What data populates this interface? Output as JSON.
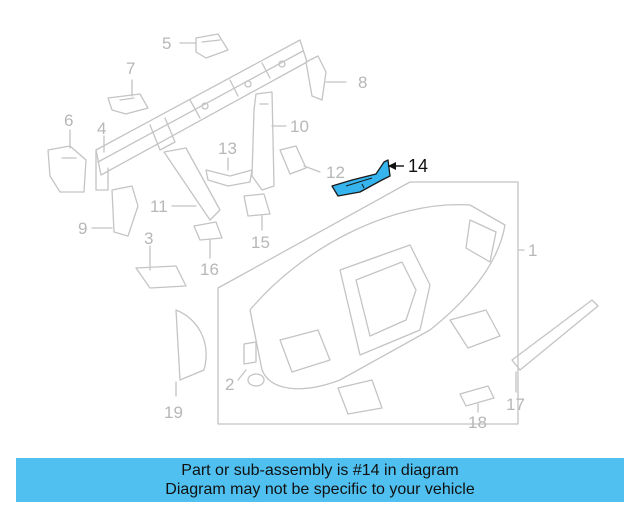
{
  "diagram": {
    "callouts": [
      "1",
      "2",
      "3",
      "4",
      "5",
      "6",
      "7",
      "8",
      "9",
      "10",
      "11",
      "12",
      "13",
      "14",
      "15",
      "16",
      "17",
      "18",
      "19"
    ],
    "highlighted_part": "14",
    "colors": {
      "part_line": "#c4c4c4",
      "highlight_fill": "#35b4ee",
      "highlight_stroke": "#1a1a1a",
      "banner": "#4fc0f0"
    }
  },
  "banner": {
    "line1": "Part or sub-assembly is #14 in diagram",
    "line2": "Diagram may not be specific to your vehicle"
  }
}
